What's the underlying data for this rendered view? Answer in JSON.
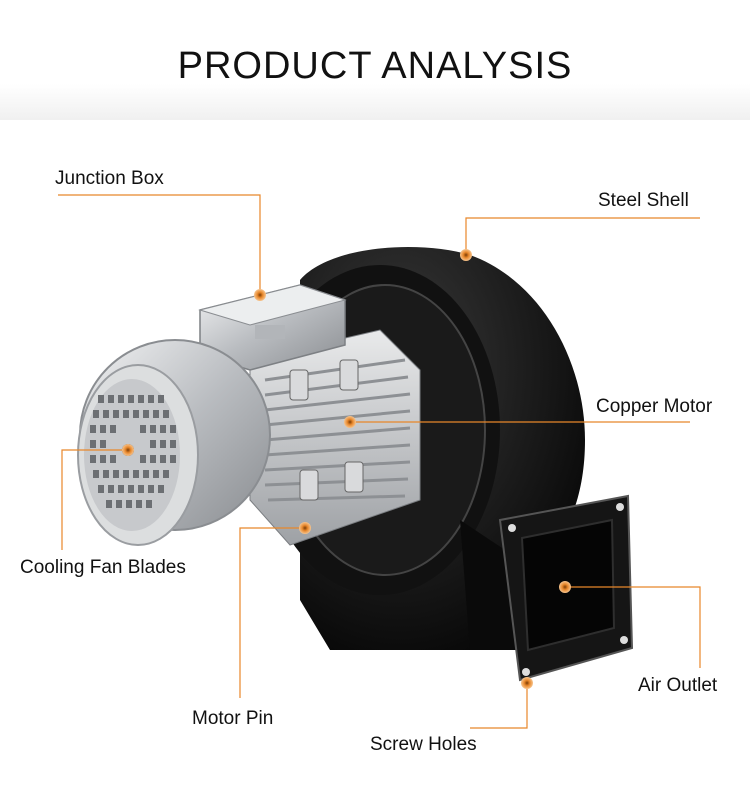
{
  "title": "PRODUCT ANALYSIS",
  "labels": {
    "junction_box": "Junction Box",
    "steel_shell": "Steel Shell",
    "copper_motor": "Copper Motor",
    "cooling_fan_blades": "Cooling Fan Blades",
    "air_outlet": "Air Outlet",
    "motor_pin": "Motor Pin",
    "screw_holes": "Screw Holes"
  },
  "colors": {
    "accent": "#e8872a",
    "shell": "#0d0d0d",
    "motor": "#c9cbce"
  }
}
